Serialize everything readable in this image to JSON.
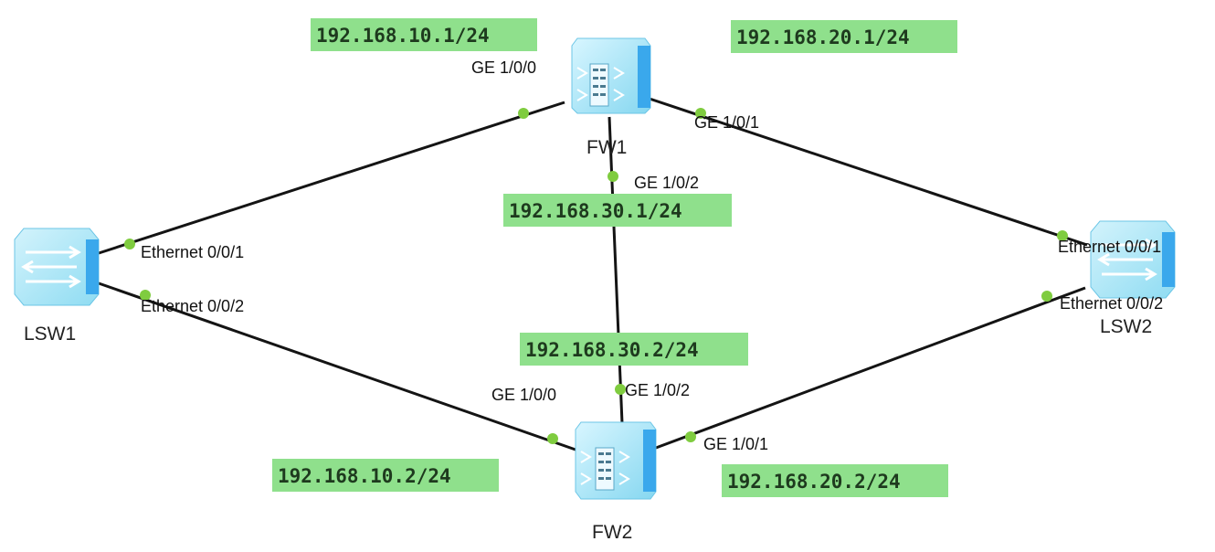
{
  "diagram": {
    "devices": {
      "fw1": {
        "label": "FW1",
        "type": "firewall-icon"
      },
      "fw2": {
        "label": "FW2",
        "type": "firewall-icon"
      },
      "lsw1": {
        "label": "LSW1",
        "type": "switch-icon"
      },
      "lsw2": {
        "label": "LSW2",
        "type": "switch-icon"
      }
    },
    "links": [
      {
        "a": "fw1",
        "a_port": "GE 1/0/0",
        "b": "lsw1",
        "b_port": "Ethernet 0/0/1"
      },
      {
        "a": "fw1",
        "a_port": "GE 1/0/1",
        "b": "lsw2",
        "b_port": "Ethernet 0/0/1"
      },
      {
        "a": "fw1",
        "a_port": "GE 1/0/2",
        "b": "fw2",
        "b_port": "GE 1/0/2"
      },
      {
        "a": "lsw1",
        "a_port": "Ethernet 0/0/2",
        "b": "fw2",
        "b_port": "GE 1/0/0"
      },
      {
        "a": "lsw2",
        "a_port": "Ethernet 0/0/2",
        "b": "fw2",
        "b_port": "GE 1/0/1"
      }
    ],
    "ports": {
      "fw1_ge100": "GE 1/0/0",
      "fw1_ge101": "GE 1/0/1",
      "fw1_ge102": "GE 1/0/2",
      "fw2_ge100": "GE 1/0/0",
      "fw2_ge101": "GE 1/0/1",
      "fw2_ge102": "GE 1/0/2",
      "lsw1_eth001": "Ethernet 0/0/1",
      "lsw1_eth002": "Ethernet 0/0/2",
      "lsw2_eth001": "Ethernet 0/0/1",
      "lsw2_eth002": "Ethernet 0/0/2"
    },
    "ip_labels": {
      "fw1_ge100": "192.168.10.1/24",
      "fw1_ge101": "192.168.20.1/24",
      "fw1_ge102": "192.168.30.1/24",
      "fw2_ge102": "192.168.30.2/24",
      "fw2_ge100": "192.168.10.2/24",
      "fw2_ge101": "192.168.20.2/24"
    },
    "colors": {
      "ip_box": "#8fe08c",
      "link": "#141414",
      "port_dot": "#7fcc3f",
      "device_body": "#9ee4f6",
      "device_side": "#3aa8ec"
    }
  }
}
